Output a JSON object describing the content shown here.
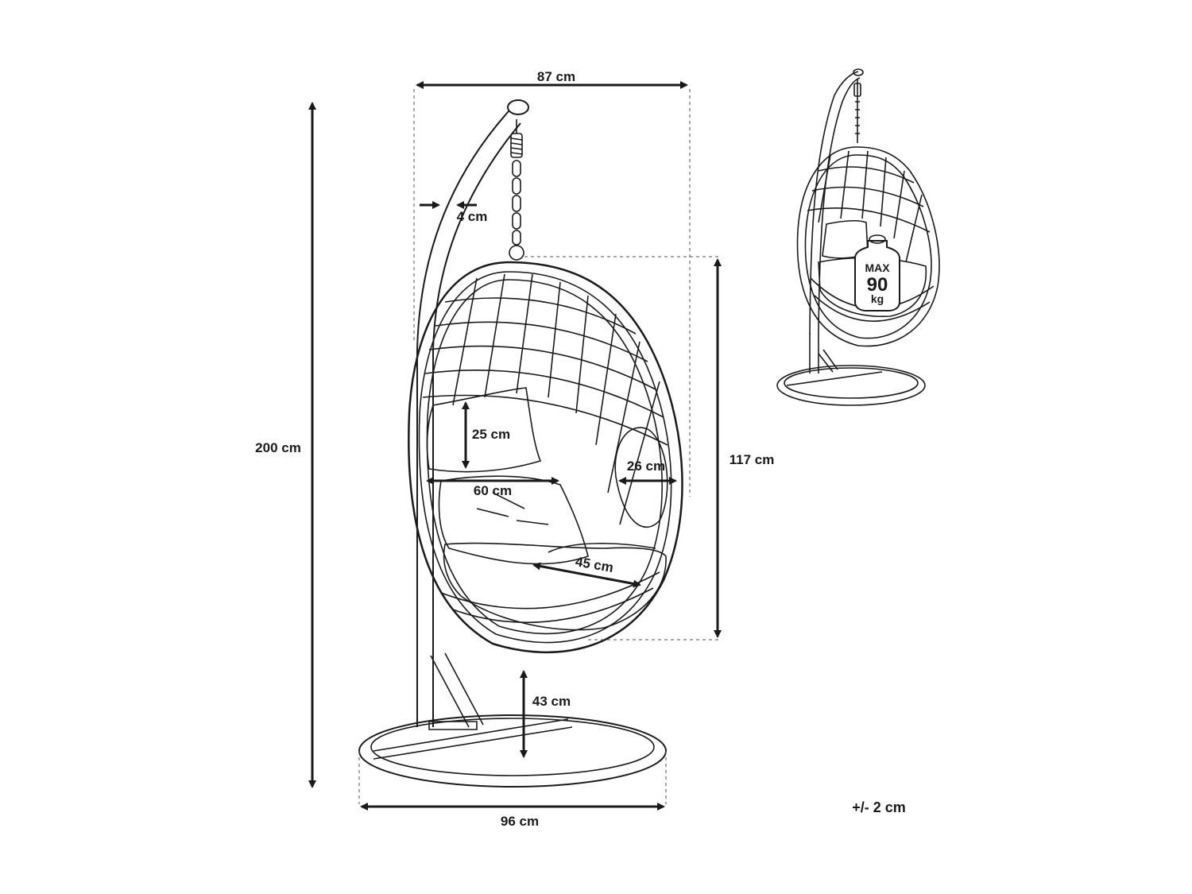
{
  "dimensions": {
    "top_width": "87 cm",
    "pole_width": "4 cm",
    "total_height": "200 cm",
    "chair_height": "117 cm",
    "backrest_height": "25 cm",
    "seat_width": "60 cm",
    "side_opening": "26 cm",
    "seat_depth": "45 cm",
    "ground_clearance": "43 cm",
    "base_diameter": "96 cm"
  },
  "tolerance": "+/- 2 cm",
  "weight_badge": {
    "line1": "MAX",
    "line2": "90",
    "line3": "kg"
  },
  "colors": {
    "ink": "#1a1a1a",
    "background": "#ffffff"
  }
}
